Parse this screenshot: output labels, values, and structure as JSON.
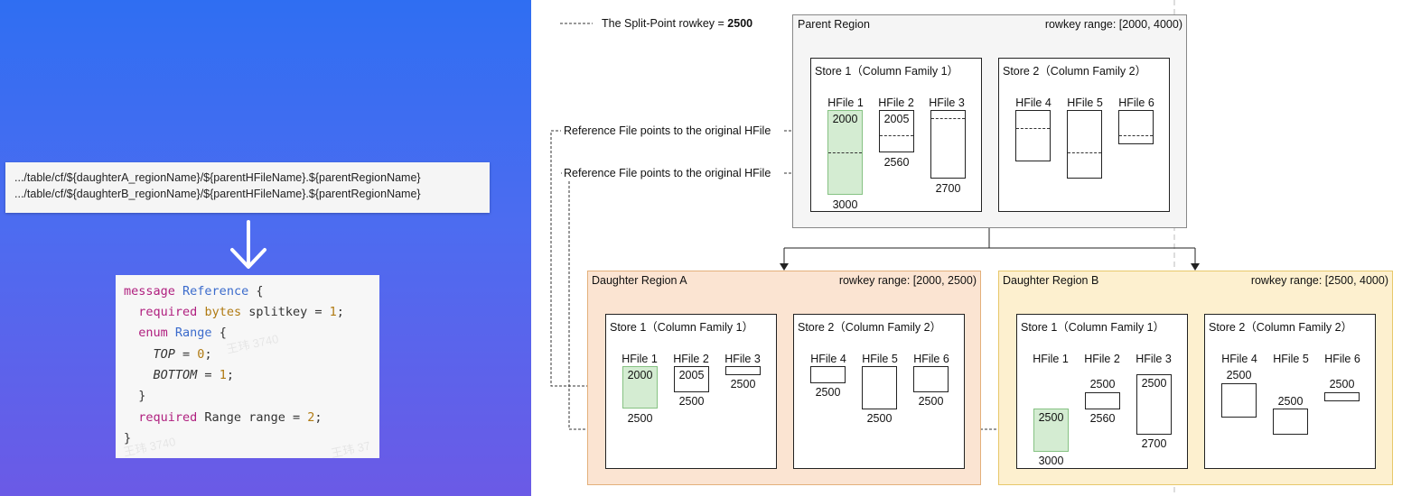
{
  "left": {
    "paths": [
      ".../table/cf/${daughterA_regionName}/${parentHFileName}.${parentRegionName}",
      ".../table/cf/${daughterB_regionName}/${parentHFileName}.${parentRegionName}"
    ],
    "code": {
      "l1_kw": "message",
      "l1_name": "Reference",
      "l1_brace": " {",
      "l2_kw": "required",
      "l2_type": "bytes",
      "l2_rest": " splitkey = ",
      "l2_num": "1",
      "l2_end": ";",
      "l3_kw": "enum",
      "l3_name": "Range",
      "l3_brace": " {",
      "l4_name": "TOP",
      "l4_eq": " = ",
      "l4_num": "0",
      "l4_end": ";",
      "l5_name": "BOTTOM",
      "l5_eq": " = ",
      "l5_num": "1",
      "l5_end": ";",
      "l6": "}",
      "l7_kw": "required",
      "l7_rest": " Range range = ",
      "l7_num": "2",
      "l7_end": ";",
      "l8": "}"
    },
    "watermarks": [
      "王玮 3740",
      "王玮 3740",
      "王玮 37"
    ]
  },
  "legend": {
    "prefix": "The Split-Point rowkey = ",
    "value": "2500"
  },
  "reference_note": "Reference File points to the original HFile",
  "parent": {
    "title": "Parent Region",
    "range": "rowkey range: [2000, 4000)",
    "store1": {
      "title": "Store 1（Column Family 1）",
      "labels": [
        "HFile 1",
        "HFile 2",
        "HFile 3"
      ],
      "values": [
        "2000",
        "3000",
        "2005",
        "2560",
        "2700"
      ]
    },
    "store2": {
      "title": "Store 2（Column Family 2）",
      "labels": [
        "HFile 4",
        "HFile 5",
        "HFile 6"
      ]
    }
  },
  "daughter_a": {
    "title": "Daughter Region A",
    "range": "rowkey range: [2000, 2500)",
    "store1": {
      "title": "Store 1（Column Family 1）",
      "labels": [
        "HFile 1",
        "HFile 2",
        "HFile 3"
      ],
      "values": [
        "2000",
        "2500",
        "2005",
        "2500",
        "2500"
      ]
    },
    "store2": {
      "title": "Store 2（Column Family 2）",
      "labels": [
        "HFile 4",
        "HFile 5",
        "HFile 6"
      ],
      "values": [
        "2500",
        "2500",
        "2500"
      ]
    }
  },
  "daughter_b": {
    "title": "Daughter Region B",
    "range": "rowkey range: [2500, 4000)",
    "store1": {
      "title": "Store 1（Column Family 1）",
      "labels": [
        "HFile 1",
        "HFile 2",
        "HFile 3"
      ],
      "values": [
        "2500",
        "3000",
        "2500",
        "2560",
        "2500",
        "2700"
      ]
    },
    "store2": {
      "title": "Store 2（Column Family 2）",
      "labels": [
        "HFile 4",
        "HFile 5",
        "HFile 6"
      ],
      "values": [
        "2500",
        "2500",
        "2500"
      ]
    }
  },
  "colors": {
    "parent_bg": "#f5f5f5",
    "daughter_a_bg": "#fbe4d2",
    "daughter_a_border": "#e3b07b",
    "daughter_b_bg": "#fdf0cf",
    "daughter_b_border": "#e7c86a",
    "hfile_green": "#d4ecd2"
  }
}
